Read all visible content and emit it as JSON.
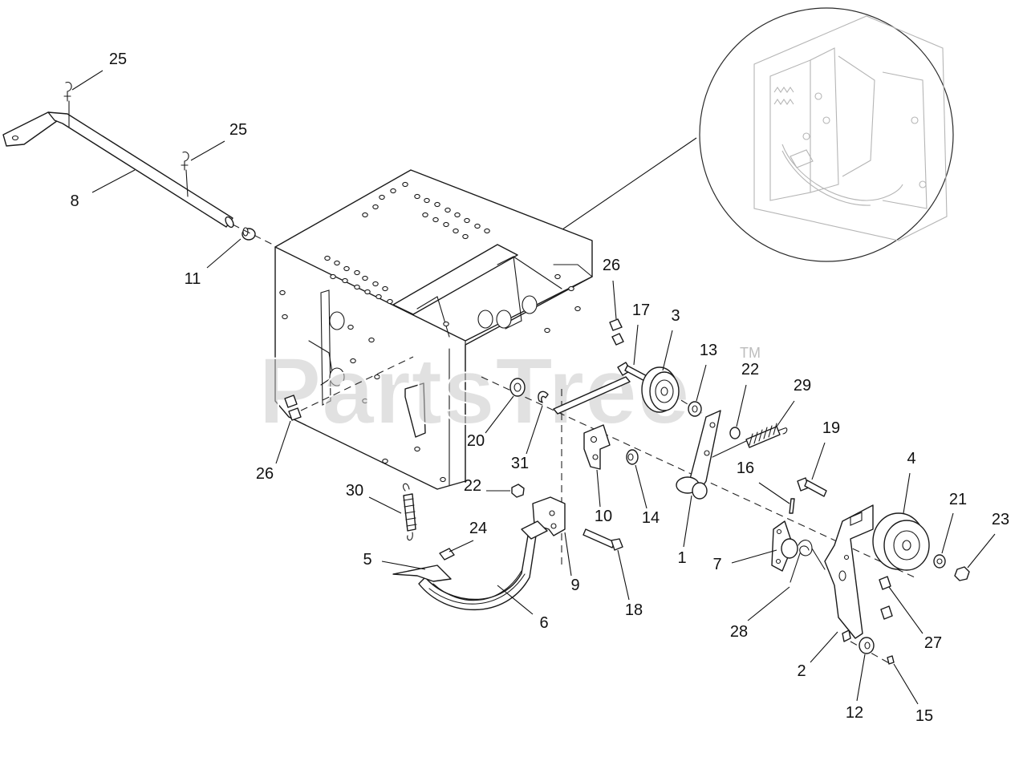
{
  "watermark": {
    "text": "PartsTree",
    "trademark": "TM",
    "color": "#c8c8c8"
  },
  "callouts": [
    {
      "id": "1",
      "text": "1"
    },
    {
      "id": "2",
      "text": "2"
    },
    {
      "id": "3",
      "text": "3"
    },
    {
      "id": "4",
      "text": "4"
    },
    {
      "id": "5",
      "text": "5"
    },
    {
      "id": "6",
      "text": "6"
    },
    {
      "id": "7",
      "text": "7"
    },
    {
      "id": "8",
      "text": "8"
    },
    {
      "id": "9",
      "text": "9"
    },
    {
      "id": "10",
      "text": "10"
    },
    {
      "id": "11",
      "text": "11"
    },
    {
      "id": "12",
      "text": "12"
    },
    {
      "id": "13",
      "text": "13"
    },
    {
      "id": "14",
      "text": "14"
    },
    {
      "id": "15",
      "text": "15"
    },
    {
      "id": "16",
      "text": "16"
    },
    {
      "id": "17",
      "text": "17"
    },
    {
      "id": "18",
      "text": "18"
    },
    {
      "id": "19",
      "text": "19"
    },
    {
      "id": "20",
      "text": "20"
    },
    {
      "id": "21",
      "text": "21"
    },
    {
      "id": "22a",
      "text": "22"
    },
    {
      "id": "22b",
      "text": "22"
    },
    {
      "id": "23",
      "text": "23"
    },
    {
      "id": "24",
      "text": "24"
    },
    {
      "id": "25a",
      "text": "25"
    },
    {
      "id": "25b",
      "text": "25"
    },
    {
      "id": "26a",
      "text": "26"
    },
    {
      "id": "26b",
      "text": "26"
    },
    {
      "id": "27",
      "text": "27"
    },
    {
      "id": "28",
      "text": "28"
    },
    {
      "id": "29",
      "text": "29"
    },
    {
      "id": "30",
      "text": "30"
    },
    {
      "id": "31",
      "text": "31"
    }
  ]
}
